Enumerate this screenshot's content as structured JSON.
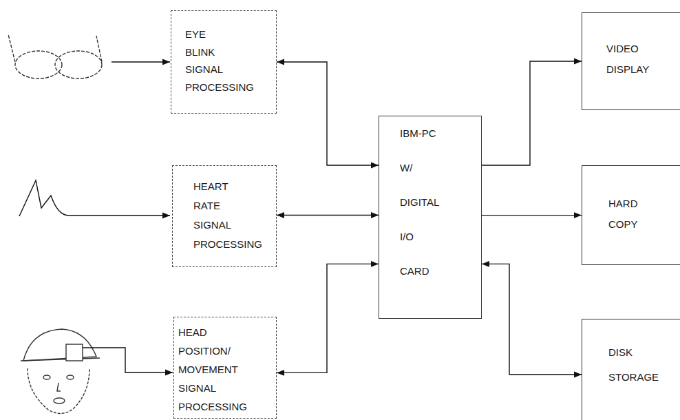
{
  "diagram": {
    "nodes": [
      {
        "text": [
          "EYE BLINK SIGNAL PROCESSING"
        ]
      },
      {
        "text": [
          "HEART RATE SIGNAL PROCESSING"
        ]
      },
      {
        "text": [
          "HEAD POSITION/ MOVEMENT SIGNAL PROCESSING"
        ]
      },
      {
        "text": [
          "IBM-PC W/ DIGITAL I/O CARD"
        ]
      },
      {
        "text": [
          "VIDEO DISPLAY"
        ]
      },
      {
        "text": [
          "HARD COPY"
        ]
      },
      {
        "text": [
          "DISK STORAGE"
        ]
      }
    ],
    "edges": [
      {
        "from": 0,
        "to": 3,
        "arrow": "both"
      },
      {
        "from": 1,
        "to": 3,
        "arrow": "both"
      },
      {
        "from": 2,
        "to": 3,
        "arrow": "both"
      },
      {
        "from": 3,
        "to": 4,
        "arrow": "to"
      },
      {
        "from": 3,
        "to": 5,
        "arrow": "to"
      },
      {
        "from": 3,
        "to": 6,
        "arrow": "both"
      }
    ]
  }
}
